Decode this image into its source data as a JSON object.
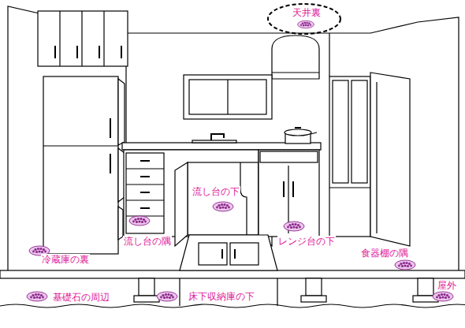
{
  "diagram": {
    "labels": [
      "天井裏",
      "流し台の下",
      "流し台の隅",
      "レンジ台の下",
      "冷蔵庫の裏",
      "食器棚の隅",
      "屋外",
      "基礎石の周辺",
      "床下収納庫の下"
    ]
  }
}
